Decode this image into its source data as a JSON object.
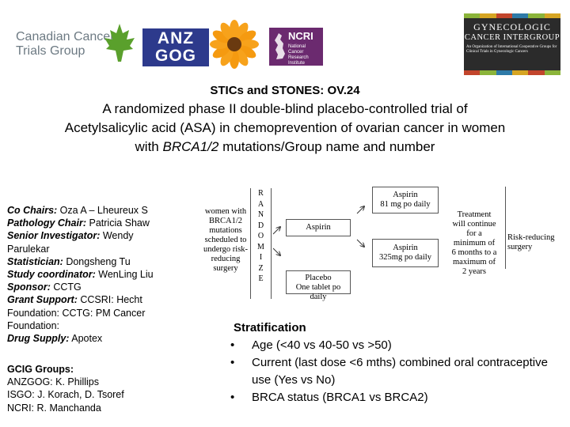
{
  "logos": {
    "cctg": {
      "line1": "Canadian Cancer",
      "line2": "Trials Group",
      "leaf_color": "#5aa02c"
    },
    "anzgog": {
      "line1": "ANZ",
      "line2": "GOG"
    },
    "flower_icon": "sunflower-icon",
    "ncri": {
      "big": "NCRI",
      "small1": "National Cancer",
      "small2": "Research Institute"
    },
    "gcig": {
      "line1": "GYNECOLOGIC",
      "line2": "CANCER INTERGROUP",
      "tagline": "An Organization of International Cooperative Groups for Clinical Trials in Gynecologic Cancers"
    }
  },
  "title": {
    "line1": "STICs and STONES: OV.24",
    "line2": "A randomized phase II double-blind placebo-controlled trial of",
    "line3": "Acetylsalicylic acid (ASA) in chemoprevention of ovarian cancer in women",
    "line4_pre": "with ",
    "line4_italic": "BRCA1/2",
    "line4_post": " mutations/Group name and number"
  },
  "info": [
    {
      "label": "Co Chairs:",
      "value": " Oza A – Lheureux S"
    },
    {
      "label": "Pathology Chair:",
      "value": " Patricia Shaw"
    },
    {
      "label": "Senior Investigator:",
      "value": " Wendy Parulekar"
    },
    {
      "label": "Statistician:",
      "value": " Dongsheng Tu"
    },
    {
      "label": "Study coordinator:",
      "value": " WenLing Liu"
    },
    {
      "label": "Sponsor:",
      "value": " CCTG"
    },
    {
      "label": "Grant Support:",
      "value": " CCSRI: Hecht Foundation: CCTG: PM Cancer Foundation:"
    },
    {
      "label": "Drug Supply:",
      "value": " Apotex"
    }
  ],
  "gcig_groups": {
    "heading": "GCIG Groups:",
    "lines": [
      "ANZGOG: K. Phillips",
      "ISGO: J. Korach, D. Tsoref",
      "NCRI: R. Manchanda"
    ]
  },
  "diagram": {
    "population": [
      "women with",
      "BRCA1/2",
      "mutations",
      "scheduled to",
      "undergo risk-",
      "reducing",
      "surgery"
    ],
    "randomize": [
      "R",
      "A",
      "N",
      "D",
      "O",
      "M",
      "I",
      "Z",
      "E"
    ],
    "aspirin": "Aspirin",
    "placebo": [
      "Placebo",
      "One tablet po daily"
    ],
    "aspirin81": [
      "Aspirin",
      "81 mg po daily"
    ],
    "aspirin325": [
      "Aspirin",
      "325mg po daily"
    ],
    "treatment": [
      "Treatment",
      "will continue",
      "for a",
      "minimum of",
      "6 months to a",
      "maximum of",
      "2 years"
    ],
    "surgery": [
      "Risk-reducing",
      "surgery"
    ]
  },
  "stratification": {
    "heading": "Stratification",
    "items": [
      "Age (<40 vs 40-50 vs >50)",
      "Current (last dose <6 mths) combined oral contraceptive use (Yes vs No)",
      "BRCA status (BRCA1 vs BRCA2)"
    ]
  }
}
